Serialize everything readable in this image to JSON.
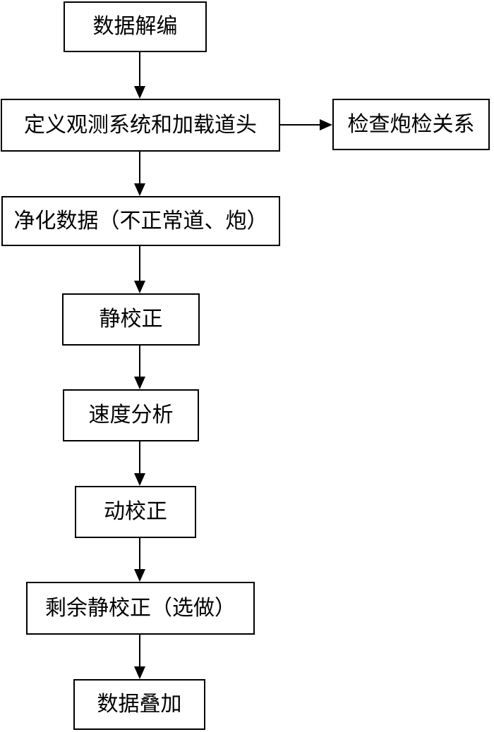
{
  "diagram": {
    "background_color": "#ffffff",
    "line_color": "#000000",
    "nodes": [
      {
        "id": "data-demultiplex",
        "label": "数据解编"
      },
      {
        "id": "define-geometry",
        "label": "定义观测系统和加载道头"
      },
      {
        "id": "check-shot-receiver",
        "label": "检查炮检关系"
      },
      {
        "id": "clean-data",
        "label": "净化数据（不正常道、炮）"
      },
      {
        "id": "static-correction",
        "label": "静校正"
      },
      {
        "id": "velocity-analysis",
        "label": "速度分析"
      },
      {
        "id": "nmo-correction",
        "label": "动校正"
      },
      {
        "id": "residual-static-correction",
        "label": "剩余静校正（选做）"
      },
      {
        "id": "data-stack",
        "label": "数据叠加"
      }
    ],
    "edges": [
      {
        "from": "data-demultiplex",
        "to": "define-geometry",
        "direction": "down"
      },
      {
        "from": "define-geometry",
        "to": "check-shot-receiver",
        "direction": "right"
      },
      {
        "from": "define-geometry",
        "to": "clean-data",
        "direction": "down"
      },
      {
        "from": "clean-data",
        "to": "static-correction",
        "direction": "down"
      },
      {
        "from": "static-correction",
        "to": "velocity-analysis",
        "direction": "down"
      },
      {
        "from": "velocity-analysis",
        "to": "nmo-correction",
        "direction": "down"
      },
      {
        "from": "nmo-correction",
        "to": "residual-static-correction",
        "direction": "down"
      },
      {
        "from": "residual-static-correction",
        "to": "data-stack",
        "direction": "down"
      }
    ]
  }
}
